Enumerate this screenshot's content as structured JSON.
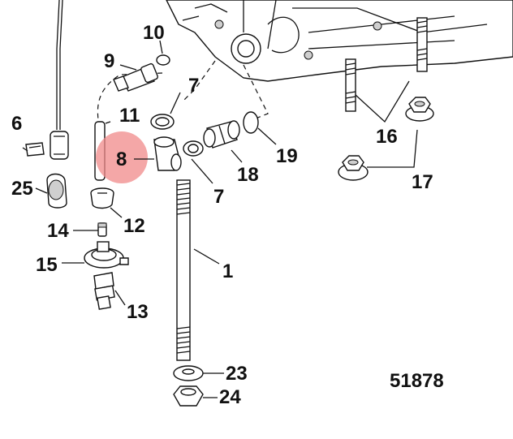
{
  "diagram": {
    "drawing_number": "51878",
    "highlight_color": "#f08a8a",
    "callouts": [
      {
        "id": "c1",
        "label": "1"
      },
      {
        "id": "c6",
        "label": "6"
      },
      {
        "id": "c7a",
        "label": "7"
      },
      {
        "id": "c7b",
        "label": "7"
      },
      {
        "id": "c8",
        "label": "8"
      },
      {
        "id": "c9",
        "label": "9"
      },
      {
        "id": "c10",
        "label": "10"
      },
      {
        "id": "c11",
        "label": "11"
      },
      {
        "id": "c12",
        "label": "12"
      },
      {
        "id": "c13",
        "label": "13"
      },
      {
        "id": "c14",
        "label": "14"
      },
      {
        "id": "c15",
        "label": "15"
      },
      {
        "id": "c16",
        "label": "16"
      },
      {
        "id": "c17",
        "label": "17"
      },
      {
        "id": "c18",
        "label": "18"
      },
      {
        "id": "c19",
        "label": "19"
      },
      {
        "id": "c23",
        "label": "23"
      },
      {
        "id": "c24",
        "label": "24"
      },
      {
        "id": "c25",
        "label": "25"
      }
    ]
  }
}
